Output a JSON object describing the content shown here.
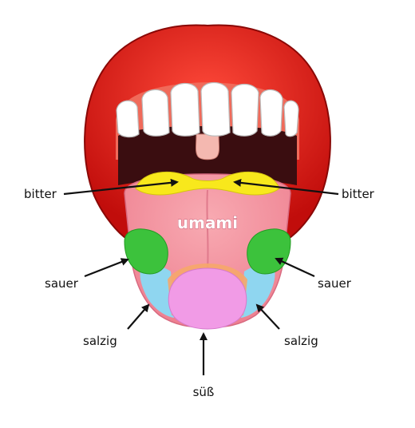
{
  "labels": {
    "bitter_left": "bitter",
    "bitter_right": "bitter",
    "umami": "umami",
    "sauer_left": "sauer",
    "sauer_right": "sauer",
    "salzig_left": "salzig",
    "salzig_right": "salzig",
    "suess": "süß"
  },
  "colors": {
    "lips": "#d8120f",
    "mouth_interior": "#3a0d10",
    "tongue": "#f5a0a8",
    "bitter_zone": "#f8e81c",
    "sour_zone": "#3cc23c",
    "salty_zone": "#8fd6f0",
    "sweet_zone": "#f19be6",
    "teeth": "#ffffff"
  }
}
